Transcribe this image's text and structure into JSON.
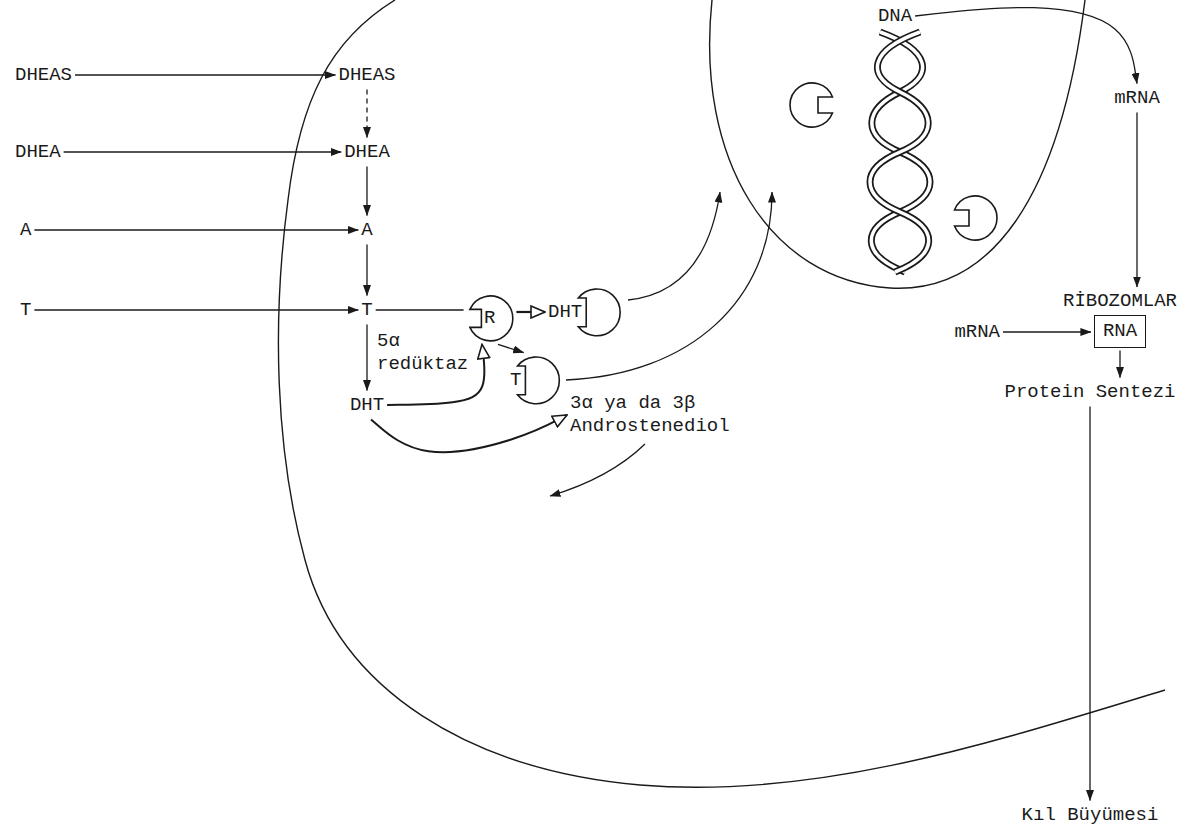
{
  "diagram": {
    "nodes": [
      {
        "text": [
          "DHEAS"
        ]
      },
      {
        "text": [
          "DHEA"
        ]
      },
      {
        "text": [
          "A"
        ]
      },
      {
        "text": [
          "T"
        ]
      },
      {
        "text": [
          "DHEAS"
        ]
      },
      {
        "text": [
          "DHEA"
        ]
      },
      {
        "text": [
          "A"
        ]
      },
      {
        "text": [
          "T"
        ]
      },
      {
        "text": [
          "DHT"
        ]
      },
      {
        "text": [
          "R"
        ]
      },
      {
        "text": [
          "DHT"
        ]
      },
      {
        "text": [
          "T"
        ]
      },
      {
        "text": [
          "3α ya da 3β Androstenediol"
        ]
      },
      {
        "text": [
          "DNA"
        ]
      },
      {
        "text": [
          "mRNA"
        ]
      },
      {
        "text": [
          "RİBOZOMLAR",
          "RNA"
        ]
      },
      {
        "text": [
          "mRNA"
        ]
      },
      {
        "text": [
          "Protein Sentezi"
        ]
      },
      {
        "text": [
          "Kıl Büyümesi"
        ]
      }
    ],
    "edges": [
      {
        "from": 0,
        "to": 4,
        "arrow": "to"
      },
      {
        "from": 1,
        "to": 5,
        "arrow": "to"
      },
      {
        "from": 2,
        "to": 6,
        "arrow": "to"
      },
      {
        "from": 3,
        "to": 7,
        "arrow": "to"
      },
      {
        "from": 4,
        "to": 5,
        "arrow": "to"
      },
      {
        "from": 5,
        "to": 6,
        "arrow": "to"
      },
      {
        "from": 6,
        "to": 7,
        "arrow": "to"
      },
      {
        "from": 7,
        "to": 8,
        "label": "5α redüktaz",
        "arrow": "to"
      },
      {
        "from": 7,
        "to": 9,
        "arrow": "none"
      },
      {
        "from": 8,
        "to": 9,
        "arrow": "to"
      },
      {
        "from": 9,
        "to": 10,
        "arrow": "to"
      },
      {
        "from": 9,
        "to": 11,
        "arrow": "to"
      },
      {
        "from": 8,
        "to": 12,
        "arrow": "to"
      },
      {
        "from": 13,
        "to": 14,
        "arrow": "to"
      },
      {
        "from": 14,
        "to": 15,
        "arrow": "to"
      },
      {
        "from": 16,
        "to": 15,
        "arrow": "to"
      },
      {
        "from": 15,
        "to": 17,
        "arrow": "to"
      },
      {
        "from": 17,
        "to": 18,
        "arrow": "to"
      }
    ]
  }
}
